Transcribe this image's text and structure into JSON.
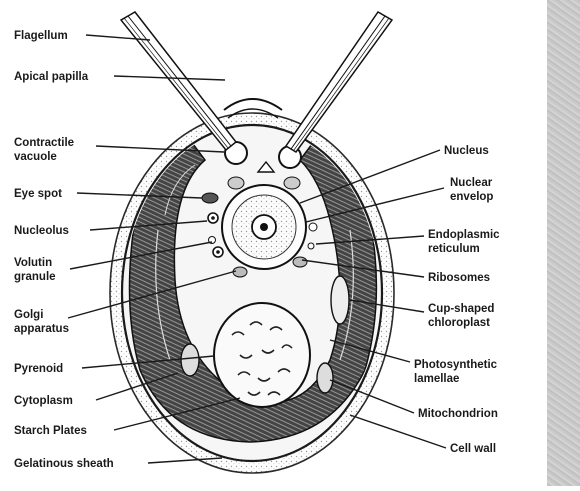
{
  "labels_left": [
    {
      "id": "flagellum",
      "lines": [
        "Flagellum"
      ]
    },
    {
      "id": "apical-papilla",
      "lines": [
        "Apical papilla"
      ]
    },
    {
      "id": "contractile-vacuole",
      "lines": [
        "Contractile",
        "vacuole"
      ]
    },
    {
      "id": "eye-spot",
      "lines": [
        "Eye spot"
      ]
    },
    {
      "id": "nucleolus",
      "lines": [
        "Nucleolus"
      ]
    },
    {
      "id": "volutin-granule",
      "lines": [
        "Volutin",
        "granule"
      ]
    },
    {
      "id": "golgi-apparatus",
      "lines": [
        "Golgi",
        "apparatus"
      ]
    },
    {
      "id": "pyrenoid",
      "lines": [
        "Pyrenoid"
      ]
    },
    {
      "id": "cytoplasm",
      "lines": [
        "Cytoplasm"
      ]
    },
    {
      "id": "starch-plates",
      "lines": [
        "Starch Plates"
      ]
    },
    {
      "id": "gelatinous-sheath",
      "lines": [
        "Gelatinous sheath"
      ]
    }
  ],
  "labels_right": [
    {
      "id": "nucleus",
      "lines": [
        "Nucleus"
      ]
    },
    {
      "id": "nuclear-envelop",
      "lines": [
        "Nuclear",
        "envelop"
      ]
    },
    {
      "id": "endoplasmic-reticulum",
      "lines": [
        "Endoplasmic",
        "reticulum"
      ]
    },
    {
      "id": "ribosomes",
      "lines": [
        "Ribosomes"
      ]
    },
    {
      "id": "cup-shaped-chloroplast",
      "lines": [
        "Cup-shaped",
        "chloroplast"
      ]
    },
    {
      "id": "photosynthetic-lamellae",
      "lines": [
        "Photosynthetic",
        "lamellae"
      ]
    },
    {
      "id": "mitochondrion",
      "lines": [
        "Mitochondrion"
      ]
    },
    {
      "id": "cell-wall",
      "lines": [
        "Cell wall"
      ]
    }
  ],
  "colors": {
    "ink": "#1a1a1a",
    "stipple": "#e6e6e6",
    "chloroplast": "#2e2e2e",
    "strip": "#c8c8c8"
  }
}
